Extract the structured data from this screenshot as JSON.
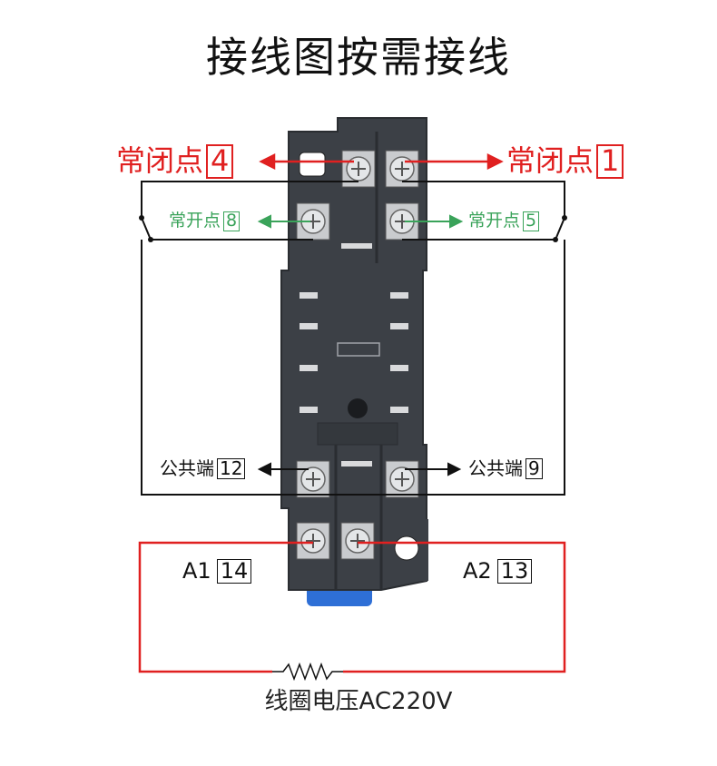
{
  "title": "接线图按需接线",
  "labels": {
    "nc_left": {
      "text": "常闭点",
      "num": "4"
    },
    "nc_right": {
      "text": "常闭点",
      "num": "1"
    },
    "no_left": {
      "text": "常开点",
      "num": "8"
    },
    "no_right": {
      "text": "常开点",
      "num": "5"
    },
    "com_left": {
      "text": "公共端",
      "num": "12"
    },
    "com_right": {
      "text": "公共端",
      "num": "9"
    },
    "coil_left": {
      "text": "A1",
      "num": "14"
    },
    "coil_right": {
      "text": "A2",
      "num": "13"
    }
  },
  "footer": "线圈电压AC220V",
  "colors": {
    "nc": "#e02020",
    "no": "#3aa35a",
    "com": "#111111",
    "coil_wire": "#e02020",
    "socket_body": "#3c4046",
    "clip": "#2e6fd6"
  }
}
